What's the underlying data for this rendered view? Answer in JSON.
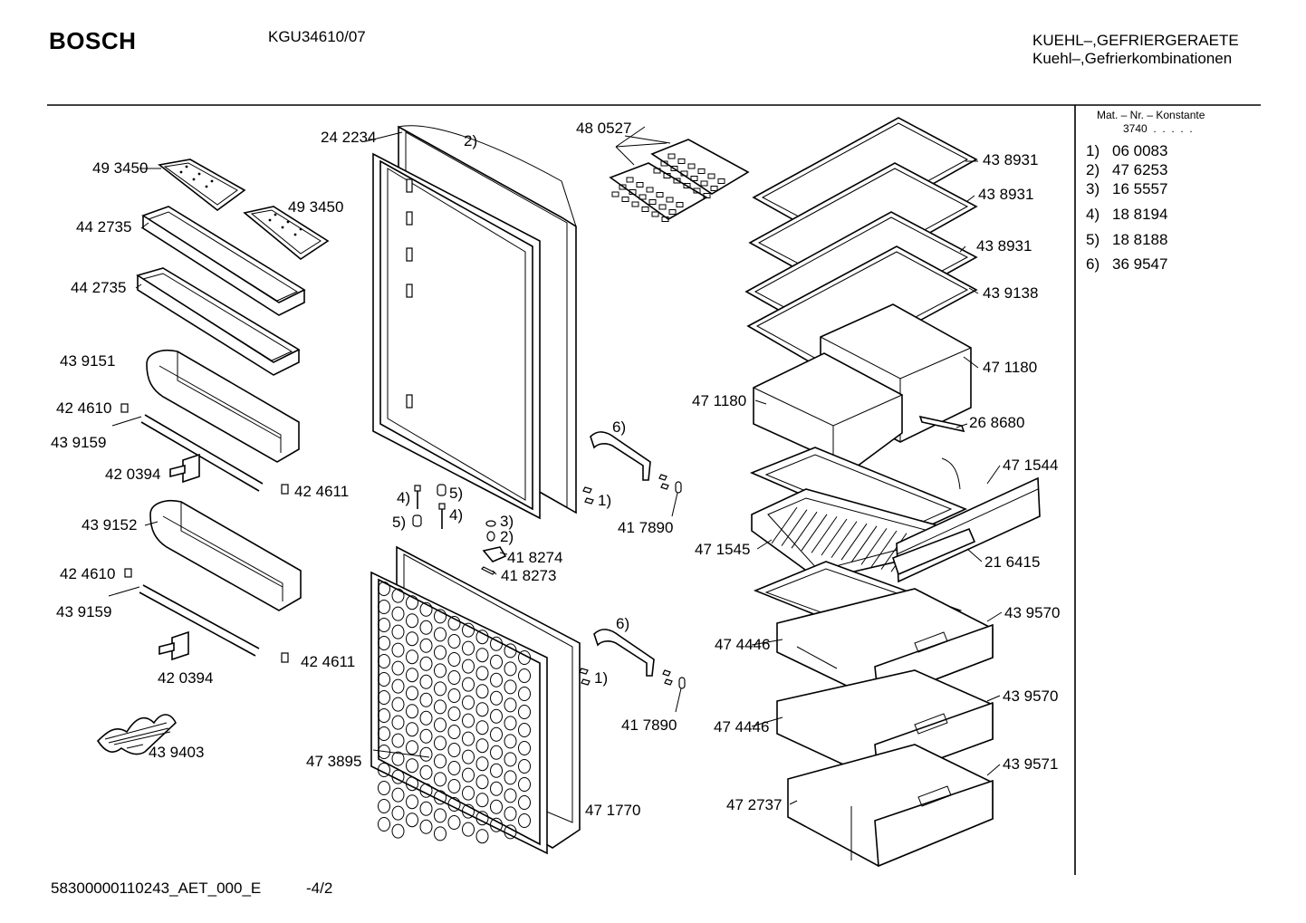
{
  "header": {
    "brand": "BOSCH",
    "model": "KGU34610/07",
    "category_line1": "KUEHL–,GEFRIERGERAETE",
    "category_line2": "Kuehl–,Gefrierkombinationen"
  },
  "footer": {
    "document_code": "58300000110243_AET_000_E",
    "page": "-4/2"
  },
  "sidebar": {
    "constant_title": "Mat. – Nr. – Konstante",
    "constant_value": "3740  .  .  .  .  .",
    "notes": [
      {
        "ref": "1)",
        "value": "06 0083"
      },
      {
        "ref": "2)",
        "value": "47 6253"
      },
      {
        "ref": "3)",
        "value": "16 5557"
      },
      {
        "ref": "4)",
        "value": "18 8194"
      },
      {
        "ref": "5)",
        "value": "18 8188"
      },
      {
        "ref": "6)",
        "value": "36 9547"
      }
    ]
  },
  "labels": {
    "p493450a": "49 3450",
    "p493450b": "49 3450",
    "p442735a": "44 2735",
    "p442735b": "44 2735",
    "p439151": "43 9151",
    "p424610a": "42 4610",
    "p439159a": "43 9159",
    "p420394a": "42 0394",
    "p424611a": "42 4611",
    "p439152": "43 9152",
    "p424610b": "42 4610",
    "p439159b": "43 9159",
    "p420394b": "42 0394",
    "p424611b": "42 4611",
    "p439403": "43 9403",
    "p242234": "24 2234",
    "r2a": "2)",
    "p473895": "47 3895",
    "p471770": "47 1770",
    "r4a": "4)",
    "r5a": "5)",
    "r5b": "5)",
    "r4b": "4)",
    "r3": "3)",
    "r2b": "2)",
    "p418274": "41 8274",
    "p418273": "41 8273",
    "r6a": "6)",
    "r1a": "1)",
    "p417890a": "41 7890",
    "r6b": "6)",
    "r1b": "1)",
    "p417890b": "41 7890",
    "p480527": "48 0527",
    "p438931a": "43 8931",
    "p438931b": "43 8931",
    "p438931c": "43 8931",
    "p439138": "43 9138",
    "p471180a": "47 1180",
    "p471180b": "47 1180",
    "p268680": "26 8680",
    "p471544": "47 1544",
    "p471545": "47 1545",
    "p216415": "21 6415",
    "p439570a": "43 9570",
    "p474446a": "47 4446",
    "p439570b": "43 9570",
    "p474446b": "47 4446",
    "p439571": "43 9571",
    "p472737": "47 2737"
  }
}
